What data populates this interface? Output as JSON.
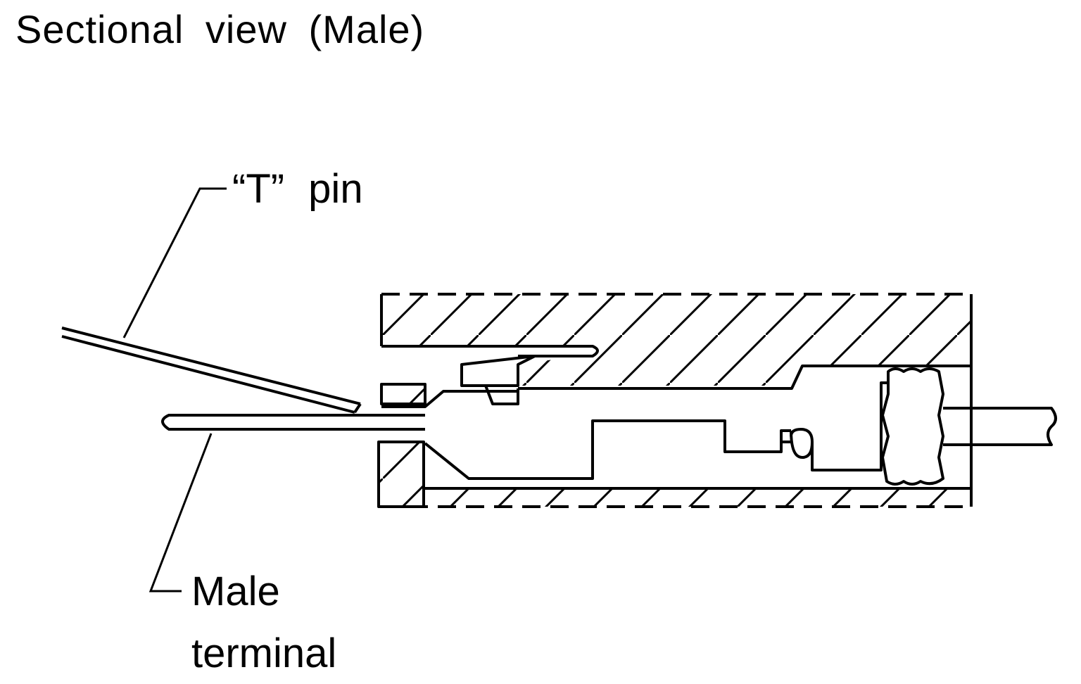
{
  "title": "Sectional view (Male)",
  "labels": {
    "t_pin": "“T” pin",
    "male_terminal_line1": "Male",
    "male_terminal_line2": "terminal"
  },
  "colors": {
    "line": "#000000",
    "background": "#ffffff"
  }
}
